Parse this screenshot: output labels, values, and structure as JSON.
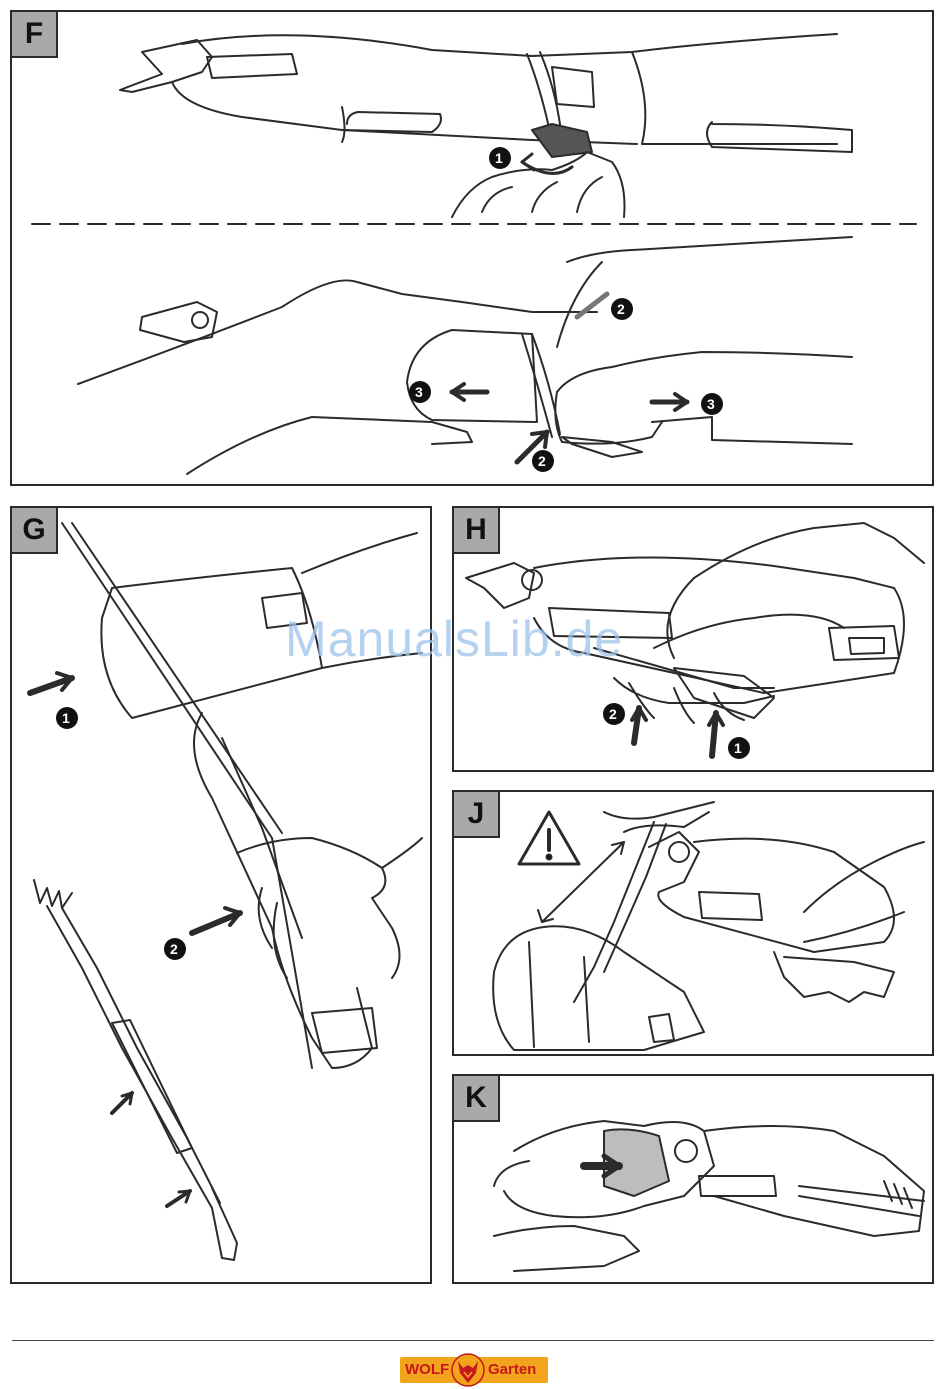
{
  "panels": {
    "F": {
      "label": "F",
      "step_numbers": [
        "1",
        "2",
        "2",
        "3",
        "3"
      ]
    },
    "G": {
      "label": "G",
      "step_numbers": [
        "1",
        "2"
      ]
    },
    "H": {
      "label": "H",
      "step_numbers": [
        "2",
        "1"
      ]
    },
    "J": {
      "label": "J"
    },
    "K": {
      "label": "K"
    }
  },
  "watermark": "ManualsLib.de",
  "footer": {
    "logo_left": "WOLF",
    "logo_right": "Garten"
  },
  "colors": {
    "border": "#2a2a2a",
    "label_bg": "#a9a9a9",
    "line_art": "#2b2b2b",
    "logo_bg": "#f2a51c",
    "logo_text": "#c8171c"
  }
}
